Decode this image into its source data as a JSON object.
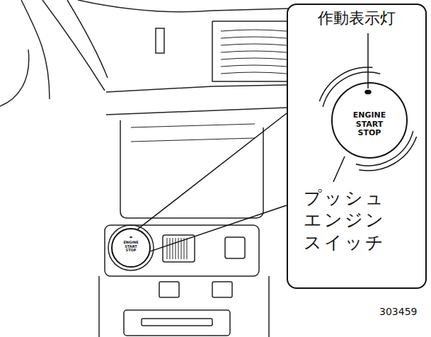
{
  "diagram": {
    "nodes": [
      {
        "text": [
          "作動表示灯",
          "プッシュ エンジン スイッチ"
        ]
      },
      {
        "text": [
          "ENGINE START STOP"
        ],
        "in": 0
      },
      {
        "text": [
          "ENGINE START STOP"
        ]
      }
    ],
    "edges": [
      {
        "from": 2,
        "to": 0,
        "arrow": "none"
      }
    ],
    "labels": [
      "303459"
    ]
  }
}
